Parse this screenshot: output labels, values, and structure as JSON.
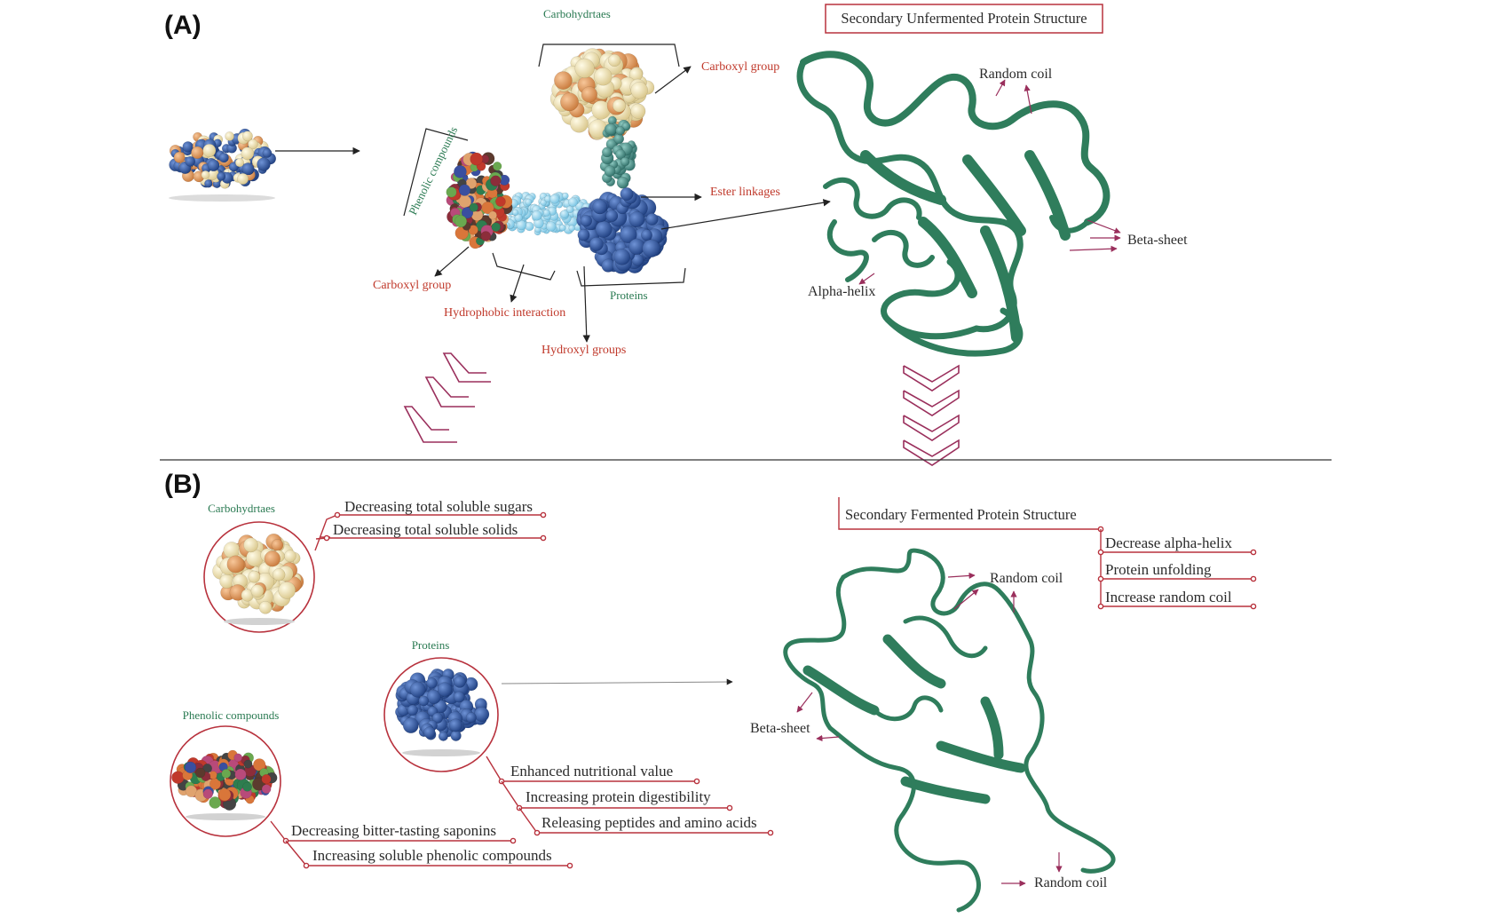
{
  "panel_a": {
    "letter": "(A)",
    "box_title": "Secondary Unfermented Protein Structure",
    "carbohydrates": "Carbohydrtaes",
    "carboxyl_top": "Carboxyl group",
    "phenolic": "Phenolic compounds",
    "ester": "Ester linkages",
    "carboxyl_left": "Carboxyl group",
    "hydrophobic": "Hydrophobic interaction",
    "proteins": "Proteins",
    "hydroxyl": "Hydroxyl groups",
    "random_coil": "Random coil",
    "beta_sheet": "Beta-sheet",
    "alpha_helix": "Alpha-helix"
  },
  "panel_b": {
    "letter": "(B)",
    "box_title": "Secondary Fermented Protein Structure",
    "carbohydrates": "Carbohydrtaes",
    "carb_effects": [
      "Decreasing total soluble sugars",
      "Decreasing total soluble solids"
    ],
    "proteins": "Proteins",
    "protein_effects": [
      "Enhanced nutritional value",
      "Increasing protein digestibility",
      "Releasing peptides and amino acids"
    ],
    "phenolic": "Phenolic compounds",
    "phenolic_effects": [
      "Decreasing bitter-tasting saponins",
      "Increasing soluble phenolic compounds"
    ],
    "structure_effects": [
      "Decrease alpha-helix",
      "Protein unfolding",
      "Increase random coil"
    ],
    "random_coil_top": "Random coil",
    "beta_sheet": "Beta-sheet",
    "random_coil_bottom": "Random coil"
  },
  "colors": {
    "protein_blue": "#2e55a0",
    "carb_yellow": "#f2e3a6",
    "linker_cyan": "#8fd3ef",
    "linker_teal": "#3f8f86",
    "ribbon_green": "#2f7d5c",
    "accent_red": "#b8323d",
    "chevron_magenta": "#9a2f5c"
  }
}
